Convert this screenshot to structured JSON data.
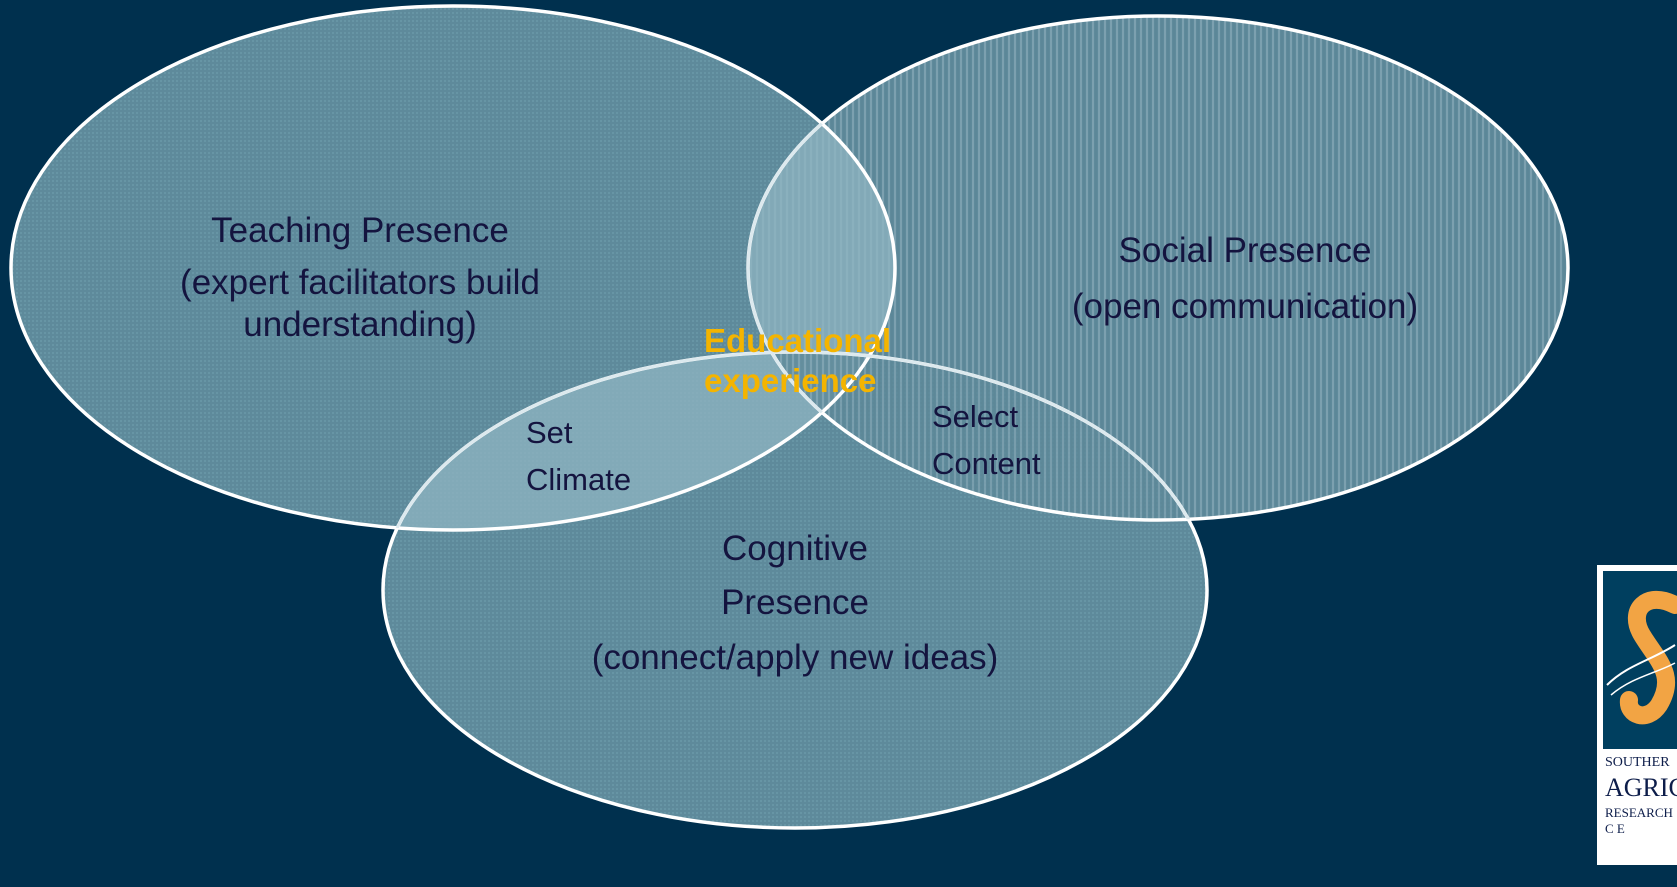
{
  "diagram": {
    "circles": [
      {
        "id": "teaching",
        "title": "Teaching Presence",
        "desc_lines": [
          "(expert facilitators build",
          "understanding)"
        ]
      },
      {
        "id": "social",
        "title": "Social Presence",
        "desc_lines": [
          "(open communication)"
        ]
      },
      {
        "id": "cognitive",
        "title_lines": [
          "Cognitive",
          "Presence"
        ],
        "desc_lines": [
          "(connect/apply new ideas)"
        ]
      }
    ],
    "overlaps": {
      "teaching_cognitive": [
        "Set",
        "Climate"
      ],
      "social_cognitive": [
        "Select",
        "Content"
      ],
      "center": [
        "Educational",
        "experience"
      ]
    },
    "colors": {
      "background": "#00304e",
      "circle_fill": "#5f8a9b",
      "circle_stroke": "#ffffff",
      "overlap_fill": "#8fb4c1",
      "text": "#14143f",
      "center_text": "#f4b400"
    }
  },
  "logo": {
    "lines": [
      "SOUTHER",
      "AGRIC",
      "RESEARCH",
      "C  E"
    ],
    "colors": {
      "dark": "#003f5f",
      "accent": "#f2a444"
    }
  }
}
